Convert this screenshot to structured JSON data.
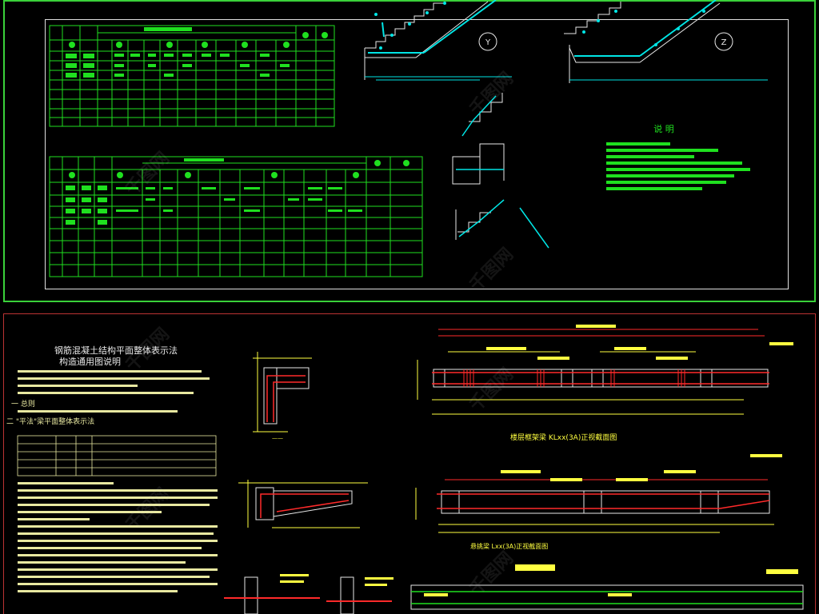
{
  "colors": {
    "frame_green": "#3ad13a",
    "table_green": "#1fe01f",
    "cyan": "#00e5e5",
    "red": "#ff2a2a",
    "yellow": "#ffff40",
    "white": "#e8e8e8",
    "frame_red": "#b33"
  },
  "top_sheet": {
    "section_marks": [
      "Y",
      "Z"
    ],
    "explanation_title": "说 明"
  },
  "bottom_sheet": {
    "title_lines": [
      "钢筋混凝土结构平面整体表示法",
      "构造通用图说明"
    ],
    "section_one": "一 总则",
    "section_two": "二 \"平法\"梁平面整体表示法",
    "beam_captions": [
      "楼层框架梁 KLxx(3A)正视截面图",
      "悬挑梁 Lxx(3A)正视截面图"
    ]
  },
  "watermark": "千图网"
}
